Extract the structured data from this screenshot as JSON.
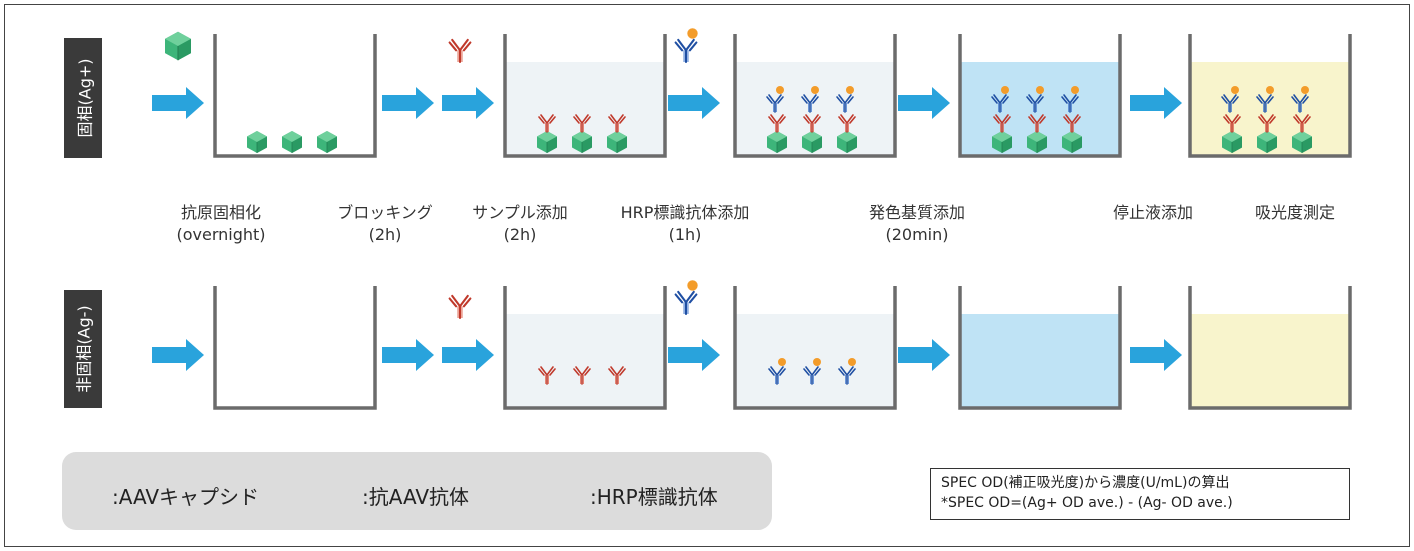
{
  "rows": {
    "top": "固相(Ag+)",
    "bottom": "非固相(Ag-)"
  },
  "steps": [
    {
      "line1": "抗原固相化",
      "line2": "(overnight)"
    },
    {
      "line1": "ブロッキング",
      "line2": "(2h)"
    },
    {
      "line1": "サンプル添加",
      "line2": "(2h)"
    },
    {
      "line1": "HRP標識抗体添加",
      "line2": "(1h)"
    },
    {
      "line1": "発色基質添加",
      "line2": "(20min)"
    },
    {
      "line1": "停止液添加",
      "line2": ""
    },
    {
      "line1": "吸光度測定",
      "line2": ""
    }
  ],
  "legend": {
    "capsid": ":AAVキャプシド",
    "antibody": ":抗AAV抗体",
    "hrp": ":HRP標識抗体"
  },
  "note": {
    "line1": "SPEC OD(補正吸光度)から濃度(U/mL)の算出",
    "line2": "*SPEC OD=(Ag+ OD ave.) - (Ag- OD ave.)"
  },
  "colors": {
    "arrow": "#29a3dc",
    "capsid": "#3db57a",
    "antibody": "#c0392b",
    "hrp_antibody": "#1f4fa3",
    "hrp_dot": "#f39c2a",
    "buffer": "#eef3f6",
    "substrate": "#bfe3f5",
    "stop": "#f8f4cc",
    "well": "#6b6b6b"
  },
  "icons": [
    "capsid-icon",
    "antibody-icon",
    "hrp-antibody-icon",
    "arrow-icon"
  ]
}
